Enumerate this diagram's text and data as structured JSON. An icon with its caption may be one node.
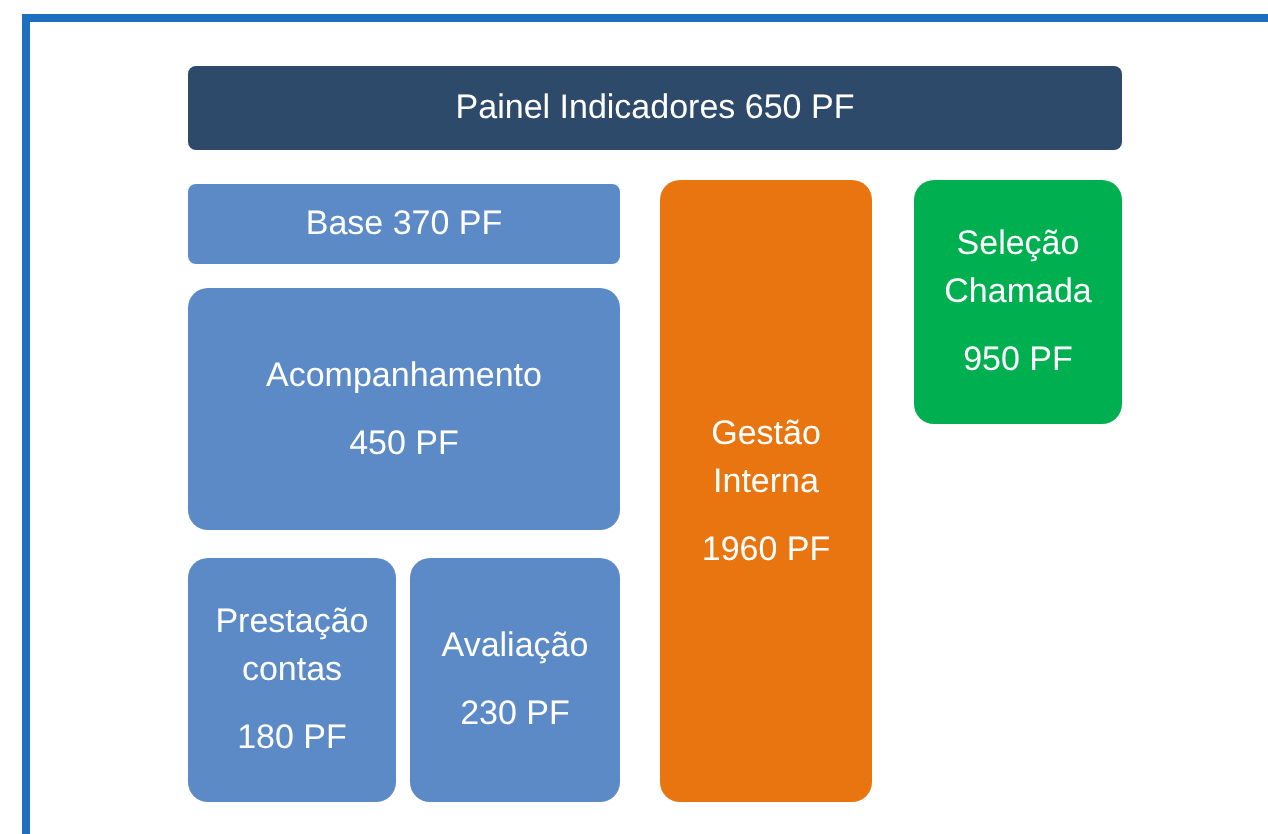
{
  "diagram": {
    "nodes": [
      {
        "text": [
          "Painel Indicadores 650 PF"
        ]
      },
      {
        "text": [
          "Base 370 PF"
        ]
      },
      {
        "text": [
          "Acompanhamento",
          "450 PF"
        ]
      },
      {
        "text": [
          "Prestação contas",
          "180 PF"
        ]
      },
      {
        "text": [
          "Avaliação",
          "230 PF"
        ]
      },
      {
        "text": [
          "Gestão Interna",
          "1960 PF"
        ]
      },
      {
        "text": [
          "Seleção Chamada",
          "950 PF"
        ]
      }
    ]
  }
}
